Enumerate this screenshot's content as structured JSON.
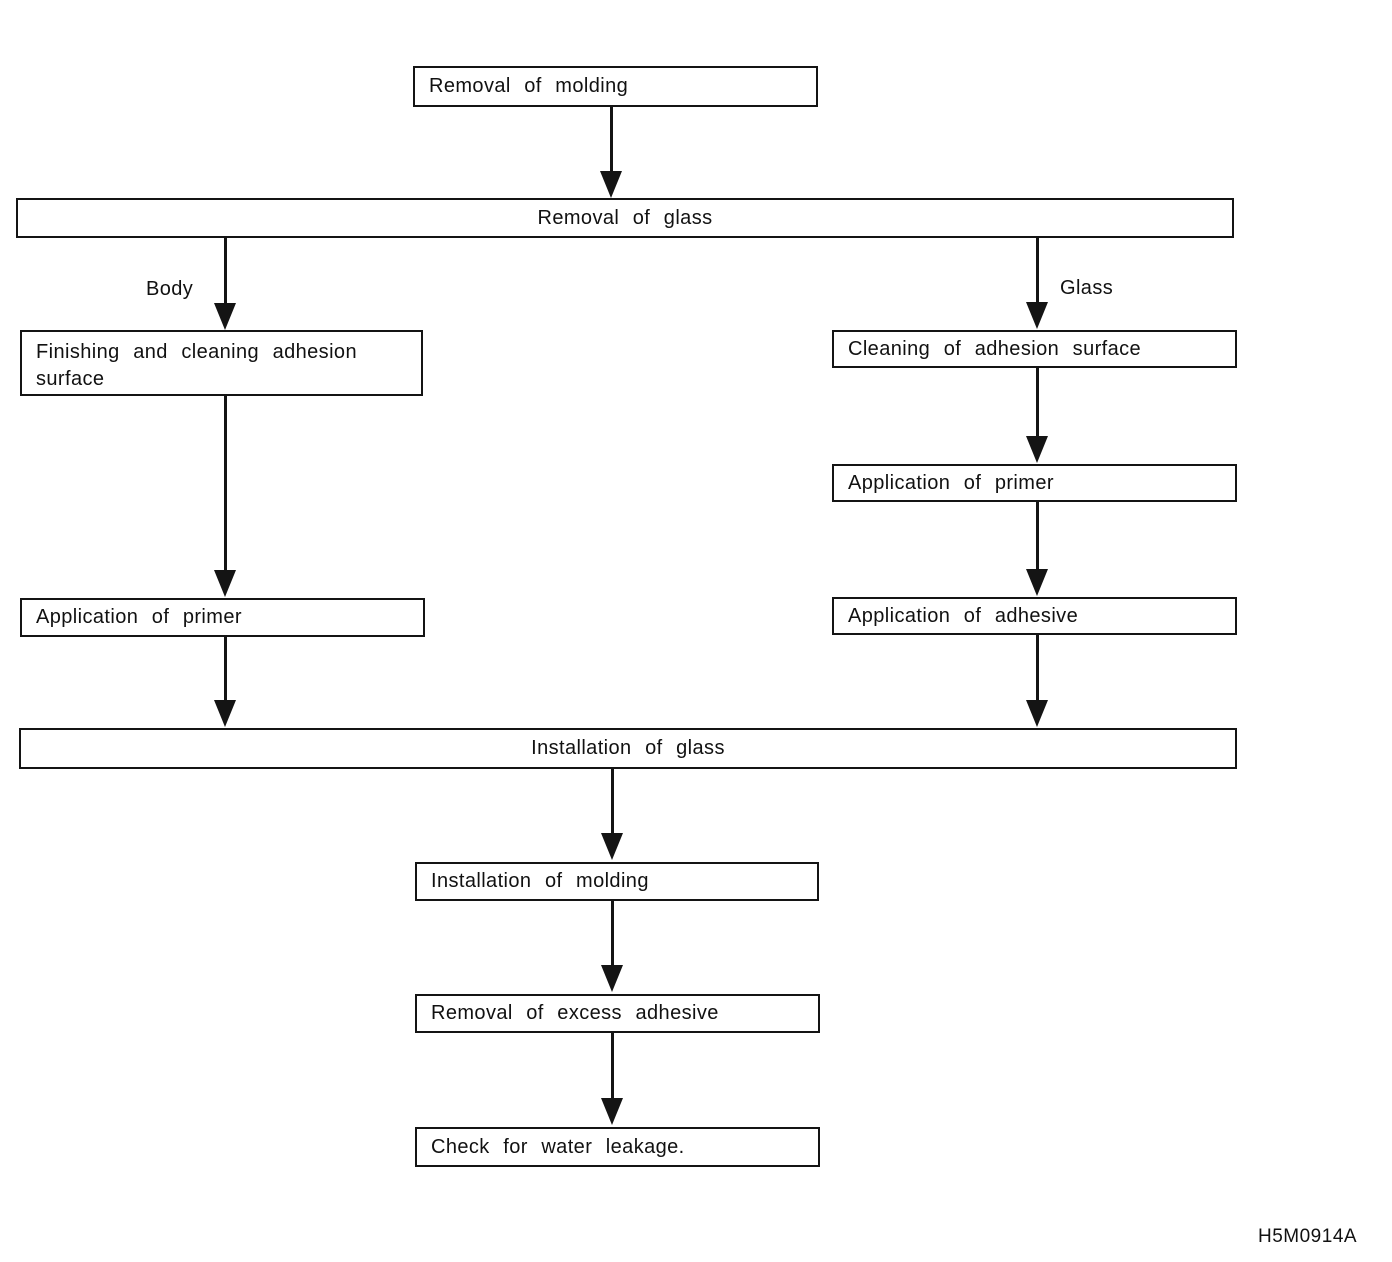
{
  "diagram": {
    "title_hint": "Glass removal and installation flowchart",
    "nodes": {
      "removal_of_molding": {
        "label": "Removal of molding"
      },
      "removal_of_glass": {
        "label": "Removal of glass"
      },
      "finishing_cleaning": {
        "label": "Finishing and cleaning adhesion surface"
      },
      "cleaning_adhesion": {
        "label": "Cleaning of adhesion surface"
      },
      "application_primer_glass": {
        "label": "Application of primer"
      },
      "application_primer_body": {
        "label": "Application of primer"
      },
      "application_adhesive": {
        "label": "Application of adhesive"
      },
      "installation_of_glass": {
        "label": "Installation of glass"
      },
      "installation_of_molding": {
        "label": "Installation of molding"
      },
      "removal_excess_adhesive": {
        "label": "Removal of excess adhesive"
      },
      "check_water_leakage": {
        "label": "Check for water leakage."
      }
    },
    "branch_labels": {
      "left": "Body",
      "right": "Glass"
    },
    "edges": [
      [
        "removal_of_molding",
        "removal_of_glass"
      ],
      [
        "removal_of_glass",
        "finishing_cleaning",
        "Body"
      ],
      [
        "removal_of_glass",
        "cleaning_adhesion",
        "Glass"
      ],
      [
        "finishing_cleaning",
        "application_primer_body"
      ],
      [
        "cleaning_adhesion",
        "application_primer_glass"
      ],
      [
        "application_primer_glass",
        "application_adhesive"
      ],
      [
        "application_primer_body",
        "installation_of_glass"
      ],
      [
        "application_adhesive",
        "installation_of_glass"
      ],
      [
        "installation_of_glass",
        "installation_of_molding"
      ],
      [
        "installation_of_molding",
        "removal_excess_adhesive"
      ],
      [
        "removal_excess_adhesive",
        "check_water_leakage"
      ]
    ],
    "figure_code": "H5M0914A",
    "colors": {
      "ink": "#141414",
      "background": "#ffffff"
    }
  }
}
